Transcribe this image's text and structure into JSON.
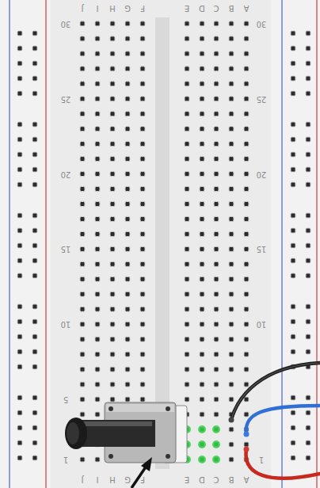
{
  "diagram": {
    "labels": [
      "J",
      "I",
      "H",
      "G",
      "F",
      "E",
      "D",
      "C",
      "B",
      "A",
      "30",
      "25",
      "20",
      "15",
      "10",
      "5",
      "1",
      "30",
      "25",
      "20",
      "15",
      "10",
      "1",
      "J",
      "I",
      "H",
      "G",
      "F",
      "E",
      "D",
      "C",
      "B",
      "A"
    ]
  }
}
